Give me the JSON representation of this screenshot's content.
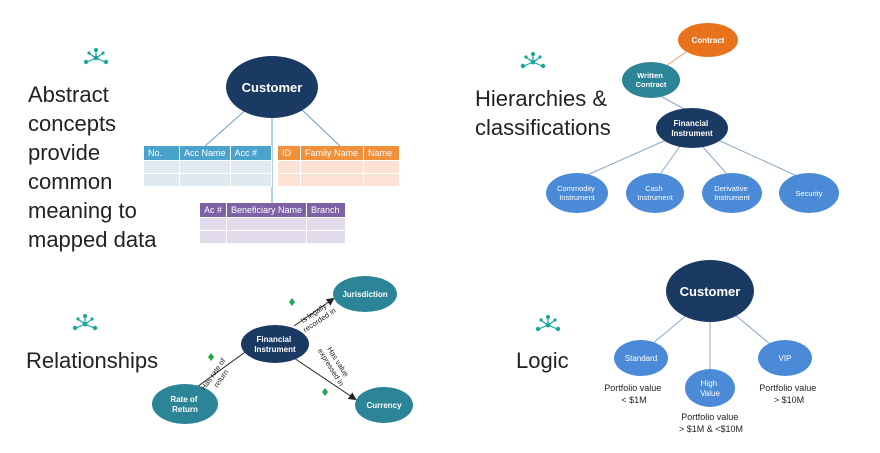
{
  "panels": {
    "abstract": {
      "heading": [
        "Abstract",
        "concepts",
        "provide",
        "common",
        "meaning to",
        "mapped data"
      ],
      "customer": "Customer",
      "table_account": {
        "headers": [
          "No.",
          "Acc Name",
          "Acc #"
        ],
        "rows": [
          [
            "",
            "",
            ""
          ],
          [
            "",
            "",
            ""
          ]
        ]
      },
      "table_family": {
        "headers": [
          "ID",
          "Family Name",
          "Name"
        ],
        "rows": [
          [
            "",
            "",
            ""
          ],
          [
            "",
            "",
            ""
          ]
        ]
      },
      "table_beneficiary": {
        "headers": [
          "Ac #",
          "Beneficiary Name",
          "Branch"
        ],
        "rows": [
          [
            "",
            "",
            ""
          ],
          [
            "",
            "",
            ""
          ]
        ]
      }
    },
    "hierarchies": {
      "heading": [
        "Hierarchies &",
        "classifications"
      ],
      "contract": "Contract",
      "written_contract": [
        "Written",
        "Contract"
      ],
      "financial_instrument": [
        "Financial",
        "Instrument"
      ],
      "children": [
        [
          "Commodity",
          "Instrument"
        ],
        [
          "Cash",
          "Instrument"
        ],
        [
          "Derivative",
          "Instrument"
        ],
        [
          "Security"
        ]
      ]
    },
    "relationships": {
      "heading": [
        "Relationships"
      ],
      "financial_instrument": [
        "Financial",
        "Instrument"
      ],
      "jurisdiction": [
        "Jurisdiction"
      ],
      "rate_of_return": [
        "Rate of",
        "Return"
      ],
      "currency": [
        "Currency"
      ],
      "edge_legally": [
        "Is legally",
        "recorded in"
      ],
      "edge_rate": [
        "Has rate of",
        "return"
      ],
      "edge_value": [
        "Has value",
        "expressed in"
      ]
    },
    "logic": {
      "heading": [
        "Logic"
      ],
      "customer": "Customer",
      "standard": [
        "Standard"
      ],
      "high_value": [
        "High",
        "Value"
      ],
      "vip": [
        "VIP"
      ],
      "standard_rule": [
        "Portfolio value",
        "< $1M"
      ],
      "high_value_rule": [
        "Portfolio value",
        "> $1M & <$10M"
      ],
      "vip_rule": [
        "Portfolio value",
        "> $10M"
      ]
    }
  },
  "colors": {
    "navy": "#1b3a63",
    "teal": "#2c8497",
    "blue": "#4a8ad6",
    "orange": "#e8731c",
    "icon": "#18a89a"
  },
  "icon_name": "network-icon"
}
